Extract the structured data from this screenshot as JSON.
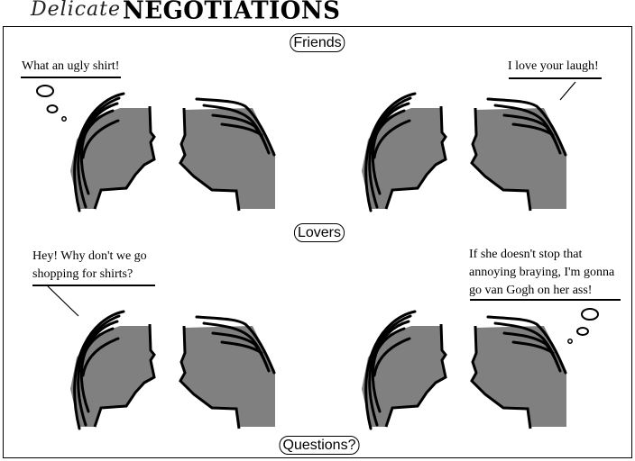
{
  "title": {
    "script": "Delicate",
    "bold": "NEGOTIATIONS"
  },
  "panels": {
    "friends": {
      "label": "Friends",
      "left_thought": "What an ugly shirt!",
      "right_speech": "I love your laugh!"
    },
    "lovers": {
      "label": "Lovers",
      "left_speech": [
        "Hey! Why don't we go",
        "shopping for shirts?"
      ],
      "right_thought": [
        "If she doesn't stop that",
        "annoying braying, I'm gonna",
        "go van Gogh on her ass!"
      ]
    }
  },
  "footer_label": "Questions?",
  "colors": {
    "head": "#808080",
    "ink": "#000000"
  }
}
